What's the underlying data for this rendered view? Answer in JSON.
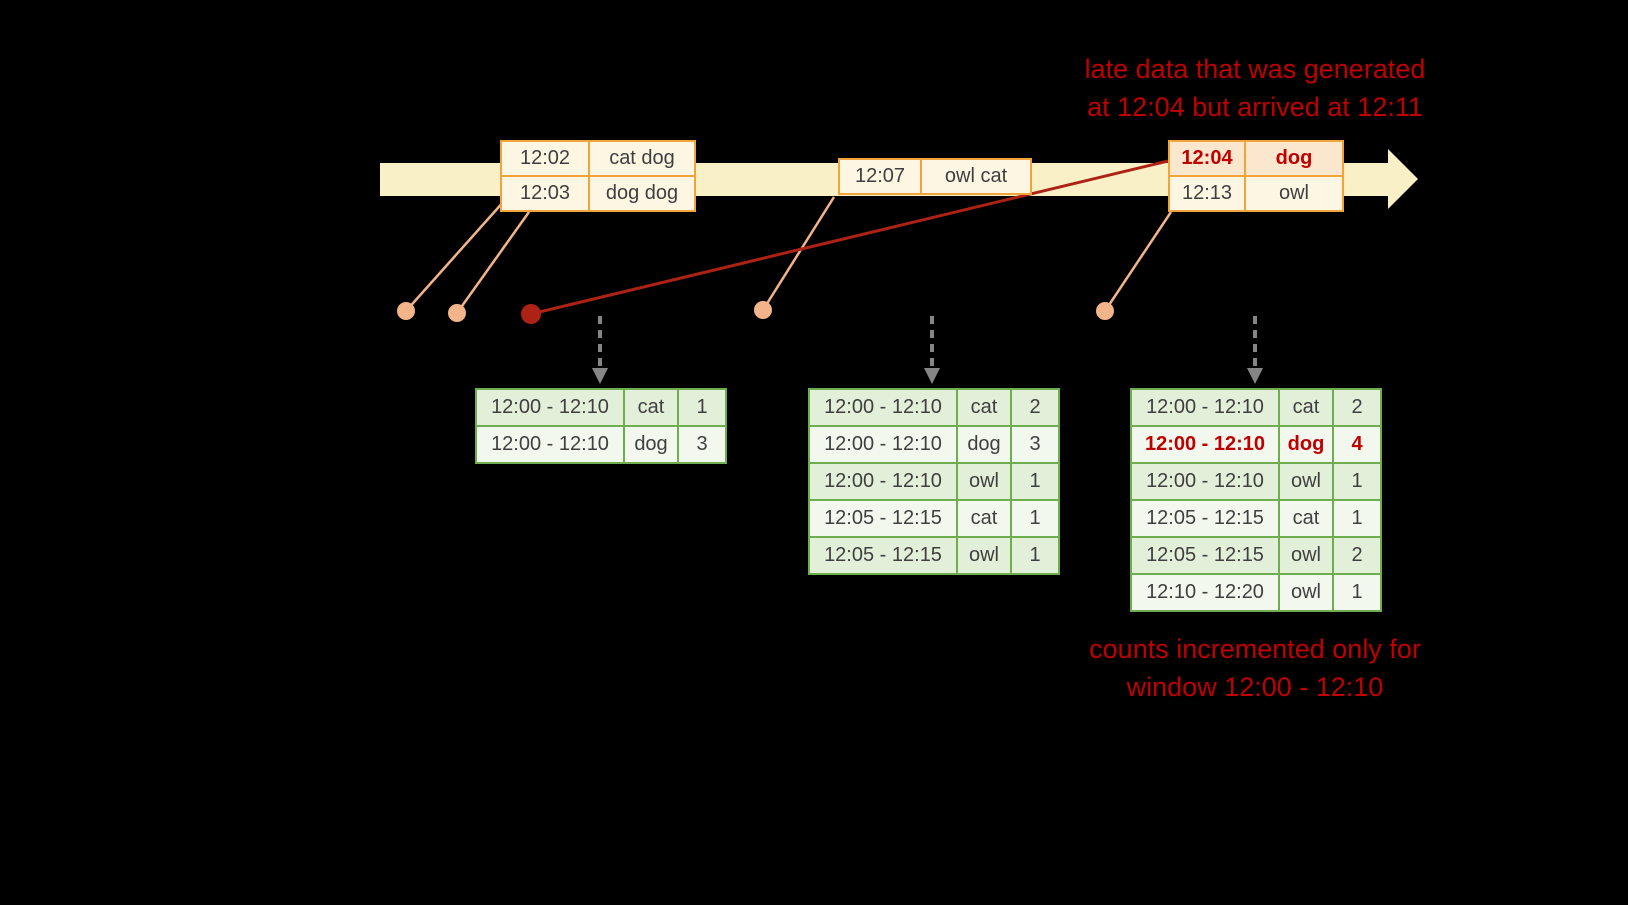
{
  "annotations": {
    "late_data": {
      "line1": "late data that was generated",
      "line2": "at 12:04 but arrived at 12:11"
    },
    "counts_note": {
      "line1": "counts incremented only for",
      "line2": "window 12:00 - 12:10"
    }
  },
  "timeline": {
    "events": [
      {
        "rows": [
          {
            "time": "12:02",
            "words": "cat dog"
          },
          {
            "time": "12:03",
            "words": "dog dog"
          }
        ]
      },
      {
        "rows": [
          {
            "time": "12:07",
            "words": "owl cat"
          }
        ]
      },
      {
        "rows": [
          {
            "time": "12:04",
            "words": "dog"
          },
          {
            "time": "12:13",
            "words": "owl"
          }
        ]
      }
    ]
  },
  "result_tables": {
    "t1": {
      "rows": [
        {
          "window": "12:00 - 12:10",
          "word": "cat",
          "count": "1"
        },
        {
          "window": "12:00 - 12:10",
          "word": "dog",
          "count": "3"
        }
      ]
    },
    "t2": {
      "rows": [
        {
          "window": "12:00 - 12:10",
          "word": "cat",
          "count": "2"
        },
        {
          "window": "12:00 - 12:10",
          "word": "dog",
          "count": "3"
        },
        {
          "window": "12:00 - 12:10",
          "word": "owl",
          "count": "1"
        },
        {
          "window": "12:05 - 12:15",
          "word": "cat",
          "count": "1"
        },
        {
          "window": "12:05 - 12:15",
          "word": "owl",
          "count": "1"
        }
      ]
    },
    "t3": {
      "rows": [
        {
          "window": "12:00 - 12:10",
          "word": "cat",
          "count": "2"
        },
        {
          "window": "12:00 - 12:10",
          "word": "dog",
          "count": "4"
        },
        {
          "window": "12:00 - 12:10",
          "word": "owl",
          "count": "1"
        },
        {
          "window": "12:05 - 12:15",
          "word": "cat",
          "count": "1"
        },
        {
          "window": "12:05 - 12:15",
          "word": "owl",
          "count": "2"
        },
        {
          "window": "12:10 - 12:20",
          "word": "owl",
          "count": "1"
        }
      ]
    }
  },
  "colors": {
    "background": "#000000",
    "annotation_red": "#c00000",
    "timeline_band": "#faf0c8",
    "event_border": "#f2a43c",
    "event_fill": "#fdf6e3",
    "late_fill": "#fbe7ce",
    "salmon": "#f2b488",
    "dark_red": "#ae2216",
    "green_border": "#6eae4e",
    "green_fill_odd": "#e2efd9",
    "green_fill_even": "#f3f8ef",
    "trigger_arrow_gray": "#858585"
  }
}
